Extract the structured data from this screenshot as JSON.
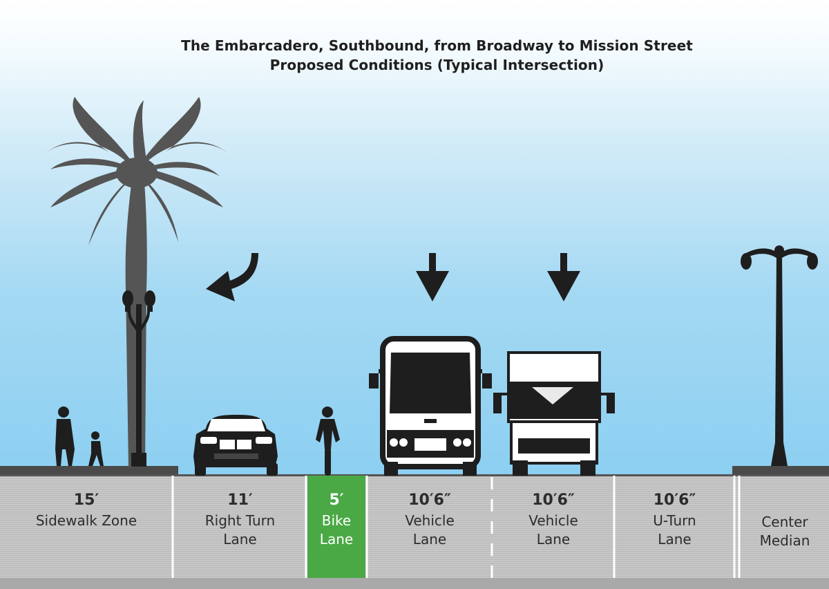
{
  "title": {
    "line1": "The Embarcadero, Southbound, from Broadway to Mission Street",
    "line2": "Proposed Conditions (Typical Intersection)"
  },
  "lanes": [
    {
      "width": "15′",
      "label": "Sidewalk Zone"
    },
    {
      "width": "11′",
      "label": "Right Turn Lane"
    },
    {
      "width": "5′",
      "label": "Bike Lane"
    },
    {
      "width": "10′6″",
      "label": "Vehicle Lane"
    },
    {
      "width": "10′6″",
      "label": "Vehicle Lane"
    },
    {
      "width": "10′6″",
      "label": "U-Turn Lane"
    },
    {
      "width": "",
      "label": "Center Median"
    }
  ],
  "colors": {
    "sky_top": "#ffffff",
    "sky_bottom": "#8ccff1",
    "road": "#c4c4c4",
    "bike_lane": "#4aa845",
    "silhouette": "#1e1e1e",
    "palm": "#555555"
  },
  "icons": [
    "palm-tree-icon",
    "street-lamp-icon",
    "pedestrian-icon",
    "child-icon",
    "car-icon",
    "cyclist-icon",
    "bus-icon",
    "truck-icon",
    "turn-arrow-icon",
    "down-arrow-icon"
  ]
}
